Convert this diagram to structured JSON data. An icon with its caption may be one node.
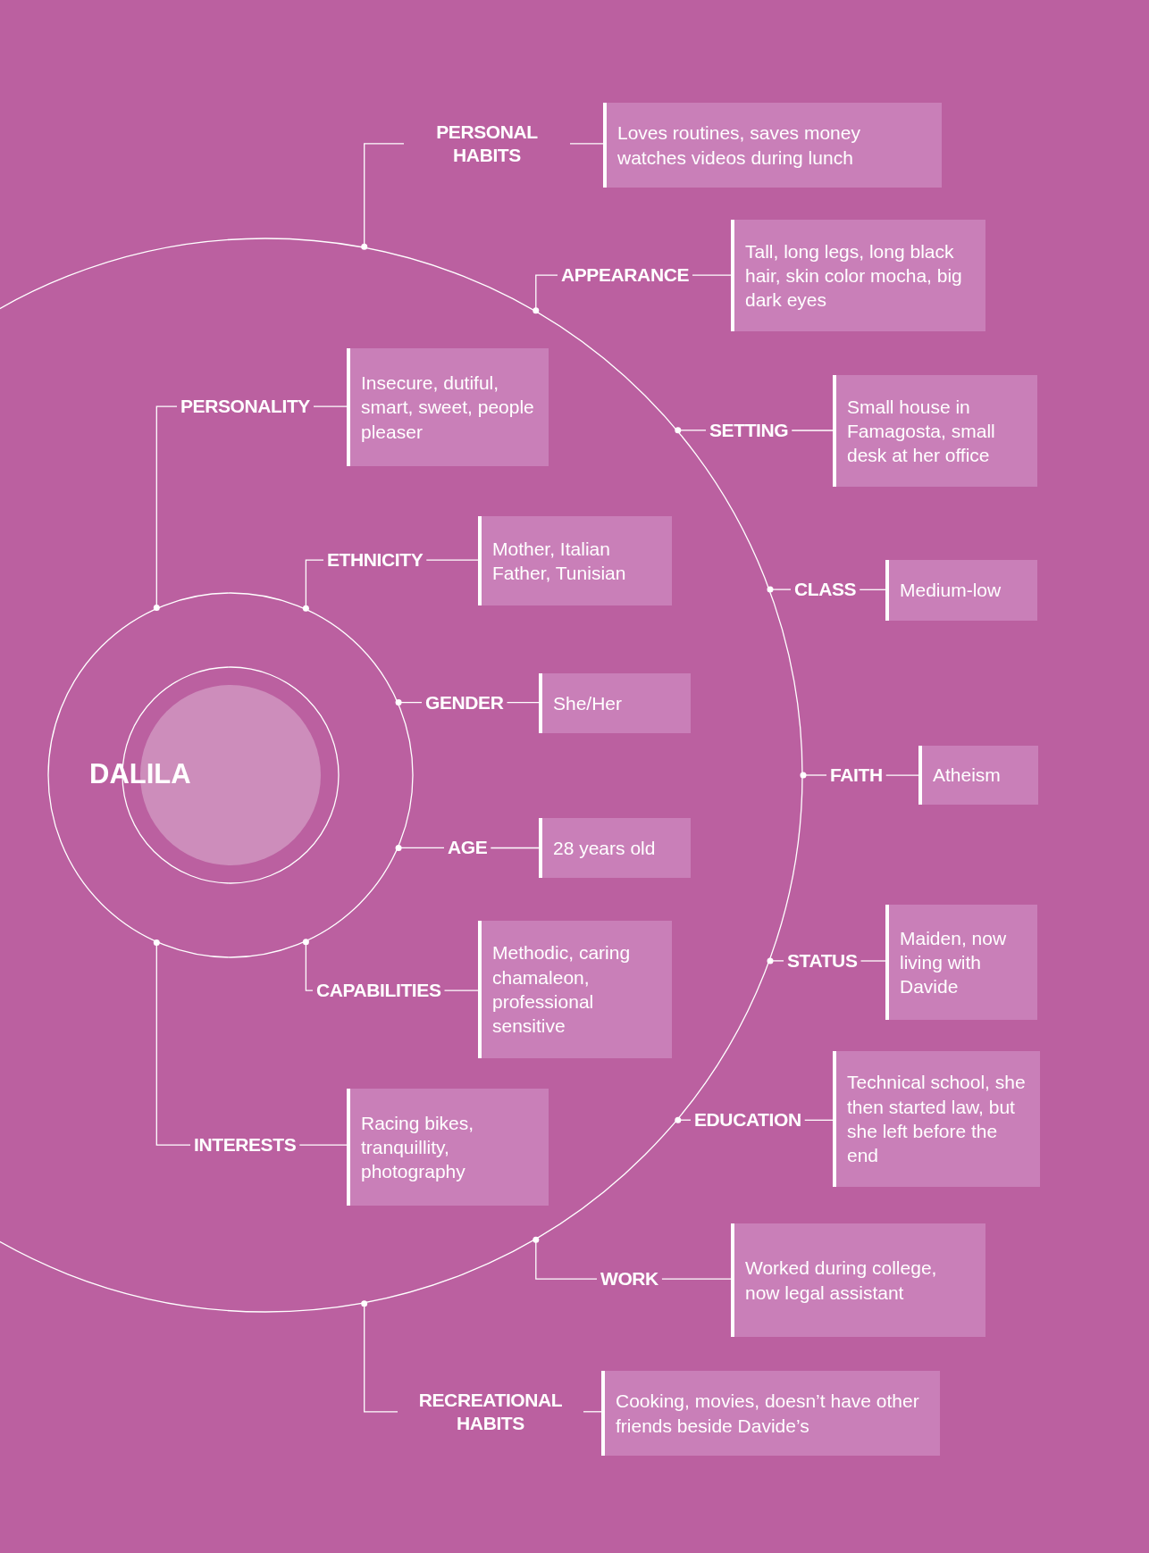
{
  "diagram": {
    "nodes": [
      {
        "text": [],
        "shape": "circle"
      },
      {
        "text": [
          "DALILA"
        ],
        "in": 0
      },
      {
        "text": [
          "PERSONAL HABITS"
        ]
      },
      {
        "text": [
          "Loves routines, saves money watches videos during lunch"
        ]
      },
      {
        "text": [
          "APPEARANCE"
        ]
      },
      {
        "text": [
          "Tall, long legs, long black hair, skin color mocha, big dark eyes"
        ]
      },
      {
        "text": [
          "PERSONALITY"
        ],
        "in": 0
      },
      {
        "text": [
          "Insecure, dutiful, smart, sweet, people pleaser"
        ],
        "in": 0
      },
      {
        "text": [
          "SETTING"
        ]
      },
      {
        "text": [
          "Small house in Famagosta, small desk at her office"
        ]
      },
      {
        "text": [
          "ETHNICITY"
        ],
        "in": 0
      },
      {
        "text": [
          "Mother, Italian Father, Tunisian"
        ],
        "in": 0
      },
      {
        "text": [
          "CLASS"
        ]
      },
      {
        "text": [
          "Medium-low"
        ]
      },
      {
        "text": [
          "GENDER"
        ],
        "in": 0
      },
      {
        "text": [
          "She/Her"
        ],
        "in": 0
      },
      {
        "text": [
          "FAITH"
        ]
      },
      {
        "text": [
          "Atheism"
        ]
      },
      {
        "text": [
          "AGE"
        ],
        "in": 0
      },
      {
        "text": [
          "28 years old"
        ],
        "in": 0
      },
      {
        "text": [
          "STATUS"
        ]
      },
      {
        "text": [
          "Maiden, now living with Davide"
        ]
      },
      {
        "text": [
          "CAPABILITIES"
        ],
        "in": 0
      },
      {
        "text": [
          "Methodic, caring chamaleon, professional sensitive"
        ],
        "in": 0
      },
      {
        "text": [
          "EDUCATION"
        ]
      },
      {
        "text": [
          "Technical school, she then started law, but she left before the end"
        ]
      },
      {
        "text": [
          "INTERESTS"
        ],
        "in": 0
      },
      {
        "text": [
          "Racing bikes, tranquillity, photography"
        ],
        "in": 0
      },
      {
        "text": [
          "WORK"
        ]
      },
      {
        "text": [
          "Worked during college, now legal assistant"
        ]
      },
      {
        "text": [
          "RECREATIONAL HABITS"
        ]
      },
      {
        "text": [
          "Cooking, movies, doesn’t have other friends beside Davide’s"
        ]
      }
    ],
    "edges": [
      {
        "from": 0,
        "to": 2,
        "arrow": "other"
      },
      {
        "from": 2,
        "to": 3,
        "arrow": "none"
      },
      {
        "from": 0,
        "to": 4,
        "arrow": "other"
      },
      {
        "from": 4,
        "to": 5,
        "arrow": "none"
      },
      {
        "from": 1,
        "to": 6,
        "arrow": "other"
      },
      {
        "from": 6,
        "to": 7,
        "arrow": "none"
      },
      {
        "from": 0,
        "to": 8,
        "arrow": "other"
      },
      {
        "from": 8,
        "to": 9,
        "arrow": "none"
      },
      {
        "from": 1,
        "to": 10,
        "arrow": "other"
      },
      {
        "from": 10,
        "to": 11,
        "arrow": "none"
      },
      {
        "from": 0,
        "to": 12,
        "arrow": "other"
      },
      {
        "from": 12,
        "to": 13,
        "arrow": "none"
      },
      {
        "from": 1,
        "to": 14,
        "arrow": "other"
      },
      {
        "from": 14,
        "to": 15,
        "arrow": "none"
      },
      {
        "from": 0,
        "to": 16,
        "arrow": "other"
      },
      {
        "from": 16,
        "to": 17,
        "arrow": "none"
      },
      {
        "from": 1,
        "to": 18,
        "arrow": "other"
      },
      {
        "from": 18,
        "to": 19,
        "arrow": "none"
      },
      {
        "from": 0,
        "to": 20,
        "arrow": "other"
      },
      {
        "from": 20,
        "to": 21,
        "arrow": "none"
      },
      {
        "from": 1,
        "to": 22,
        "arrow": "other"
      },
      {
        "from": 22,
        "to": 23,
        "arrow": "none"
      },
      {
        "from": 0,
        "to": 24,
        "arrow": "other"
      },
      {
        "from": 24,
        "to": 25,
        "arrow": "none"
      },
      {
        "from": 1,
        "to": 26,
        "arrow": "other"
      },
      {
        "from": 26,
        "to": 27,
        "arrow": "none"
      },
      {
        "from": 0,
        "to": 28,
        "arrow": "other"
      },
      {
        "from": 28,
        "to": 29,
        "arrow": "none"
      },
      {
        "from": 0,
        "to": 30,
        "arrow": "other"
      },
      {
        "from": 30,
        "to": 31,
        "arrow": "none"
      }
    ]
  }
}
